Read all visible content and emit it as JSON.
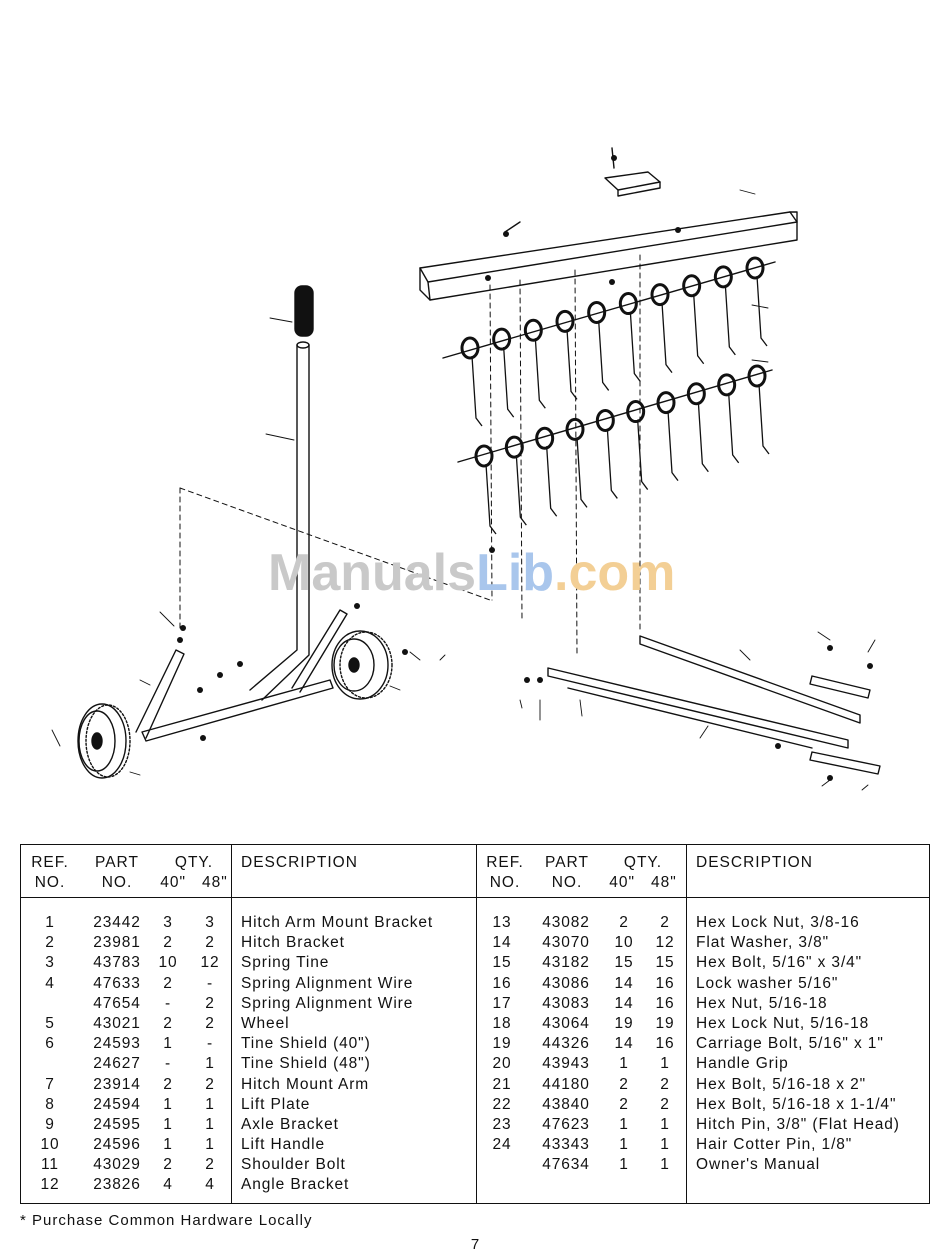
{
  "watermark": {
    "part1": "Manuals",
    "part2": "Lib",
    "part3": ".com"
  },
  "table": {
    "headers": {
      "ref_line1": "REF.",
      "ref_line2": "NO.",
      "part_line1": "PART",
      "part_line2": "NO.",
      "qty": "QTY.",
      "qty_40": "40\"",
      "qty_48": "48\"",
      "description": "DESCRIPTION"
    },
    "left_rows": [
      {
        "ref": "1",
        "part": "23442",
        "q40": "3",
        "q48": "3",
        "desc": "Hitch Arm Mount Bracket"
      },
      {
        "ref": "2",
        "part": "23981",
        "q40": "2",
        "q48": "2",
        "desc": "Hitch Bracket"
      },
      {
        "ref": "3",
        "part": "43783",
        "q40": "10",
        "q48": "12",
        "desc": "Spring Tine"
      },
      {
        "ref": "4",
        "part": "47633",
        "q40": "2",
        "q48": "-",
        "desc": "Spring Alignment Wire"
      },
      {
        "ref": "",
        "part": "47654",
        "q40": "-",
        "q48": "2",
        "desc": "Spring Alignment Wire"
      },
      {
        "ref": "5",
        "part": "43021",
        "q40": "2",
        "q48": "2",
        "desc": "Wheel"
      },
      {
        "ref": "6",
        "part": "24593",
        "q40": "1",
        "q48": "-",
        "desc": "Tine Shield (40\")"
      },
      {
        "ref": "",
        "part": "24627",
        "q40": "-",
        "q48": "1",
        "desc": "Tine Shield (48\")"
      },
      {
        "ref": "7",
        "part": "23914",
        "q40": "2",
        "q48": "2",
        "desc": "Hitch Mount Arm"
      },
      {
        "ref": "8",
        "part": "24594",
        "q40": "1",
        "q48": "1",
        "desc": "Lift Plate"
      },
      {
        "ref": "9",
        "part": "24595",
        "q40": "1",
        "q48": "1",
        "desc": "Axle Bracket"
      },
      {
        "ref": "10",
        "part": "24596",
        "q40": "1",
        "q48": "1",
        "desc": "Lift Handle"
      },
      {
        "ref": "11",
        "part": "43029",
        "q40": "2",
        "q48": "2",
        "desc": "Shoulder Bolt"
      },
      {
        "ref": "12",
        "part": "23826",
        "q40": "4",
        "q48": "4",
        "desc": "Angle Bracket"
      }
    ],
    "right_rows": [
      {
        "ref": "13",
        "part": "43082",
        "q40": "2",
        "q48": "2",
        "desc": "Hex Lock Nut, 3/8-16"
      },
      {
        "ref": "14",
        "part": "43070",
        "q40": "10",
        "q48": "12",
        "desc": "Flat Washer, 3/8\""
      },
      {
        "ref": "15",
        "part": "43182",
        "q40": "15",
        "q48": "15",
        "desc": "Hex Bolt, 5/16\" x 3/4\""
      },
      {
        "ref": "16",
        "part": "43086",
        "q40": "14",
        "q48": "16",
        "desc": "Lock washer 5/16\""
      },
      {
        "ref": "17",
        "part": "43083",
        "q40": "14",
        "q48": "16",
        "desc": "Hex Nut, 5/16-18"
      },
      {
        "ref": "18",
        "part": "43064",
        "q40": "19",
        "q48": "19",
        "desc": "Hex Lock Nut, 5/16-18"
      },
      {
        "ref": "19",
        "part": "44326",
        "q40": "14",
        "q48": "16",
        "desc": "Carriage Bolt, 5/16\" x 1\""
      },
      {
        "ref": "20",
        "part": "43943",
        "q40": "1",
        "q48": "1",
        "desc": "Handle Grip"
      },
      {
        "ref": "21",
        "part": "44180",
        "q40": "2",
        "q48": "2",
        "desc": "Hex Bolt, 5/16-18 x 2\""
      },
      {
        "ref": "22",
        "part": "43840",
        "q40": "2",
        "q48": "2",
        "desc": "Hex Bolt, 5/16-18 x 1-1/4\""
      },
      {
        "ref": "23",
        "part": "47623",
        "q40": "1",
        "q48": "1",
        "desc": "Hitch Pin, 3/8\" (Flat Head)"
      },
      {
        "ref": "24",
        "part": "43343",
        "q40": "1",
        "q48": "1",
        "desc": "Hair Cotter Pin, 1/8\""
      },
      {
        "ref": "",
        "part": "47634",
        "q40": "1",
        "q48": "1",
        "desc": "Owner's Manual"
      }
    ]
  },
  "footnote": "* Purchase Common Hardware Locally",
  "page_number": "7"
}
